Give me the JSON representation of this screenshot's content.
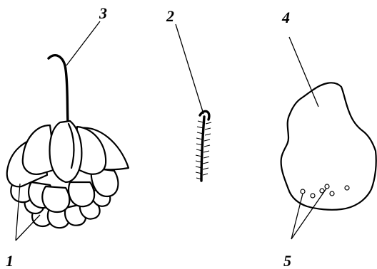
{
  "labels": {
    "cone_bracts": "1",
    "bract_detail": "2",
    "stalk": "3",
    "leaf_shape": "4",
    "glands": "5"
  }
}
